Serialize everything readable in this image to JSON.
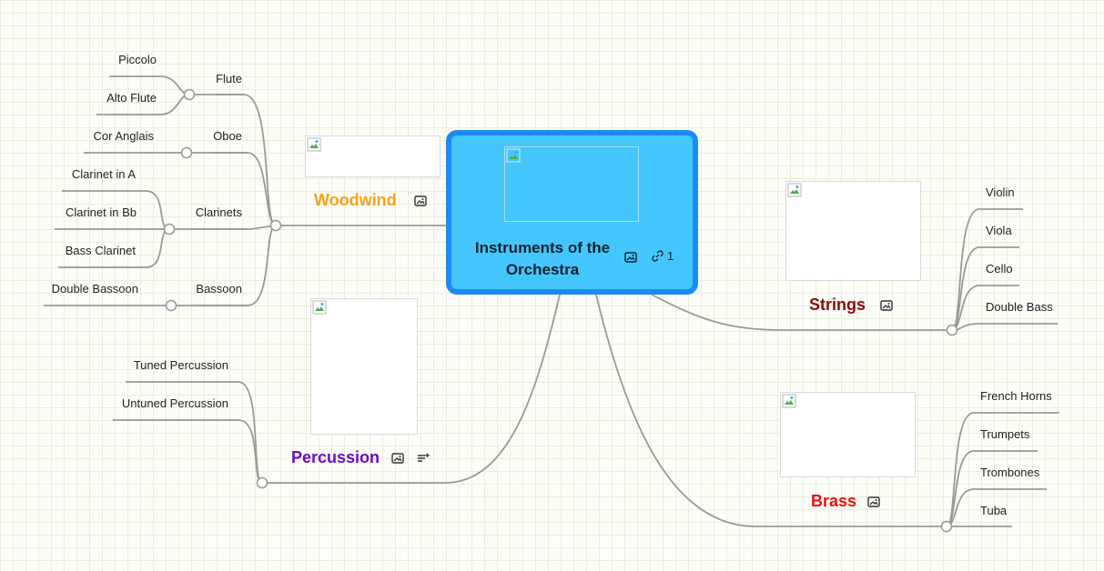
{
  "root": {
    "title": "Instruments of the Orchestra",
    "link_count": "1",
    "colors": {
      "fill": "#44c6fd",
      "border": "#1e8bf5"
    }
  },
  "branches": {
    "woodwind": {
      "title": "Woodwind",
      "color": "#f5a11c",
      "children": [
        {
          "label": "Flute",
          "children": [
            "Piccolo",
            "Alto Flute"
          ]
        },
        {
          "label": "Oboe",
          "children": [
            "Cor Anglais"
          ]
        },
        {
          "label": "Clarinets",
          "children": [
            "Clarinet in A",
            "Clarinet in Bb",
            "Bass Clarinet"
          ]
        },
        {
          "label": "Bassoon",
          "children": [
            "Double Bassoon"
          ]
        }
      ]
    },
    "percussion": {
      "title": "Percussion",
      "color": "#6a0dc4",
      "children": [
        "Tuned Percussion",
        "Untuned Percussion"
      ]
    },
    "strings": {
      "title": "Strings",
      "color": "#8b0a0a",
      "children": [
        "Violin",
        "Viola",
        "Cello",
        "Double Bass"
      ]
    },
    "brass": {
      "title": "Brass",
      "color": "#e8120c",
      "children": [
        "French Horns",
        "Trumpets",
        "Trombones",
        "Tuba"
      ]
    }
  },
  "icons": {
    "image": "image-icon",
    "link": "link-icon",
    "notes": "notes-icon",
    "broken_image": "broken-image-icon"
  },
  "line_color": "#9a9a9a"
}
